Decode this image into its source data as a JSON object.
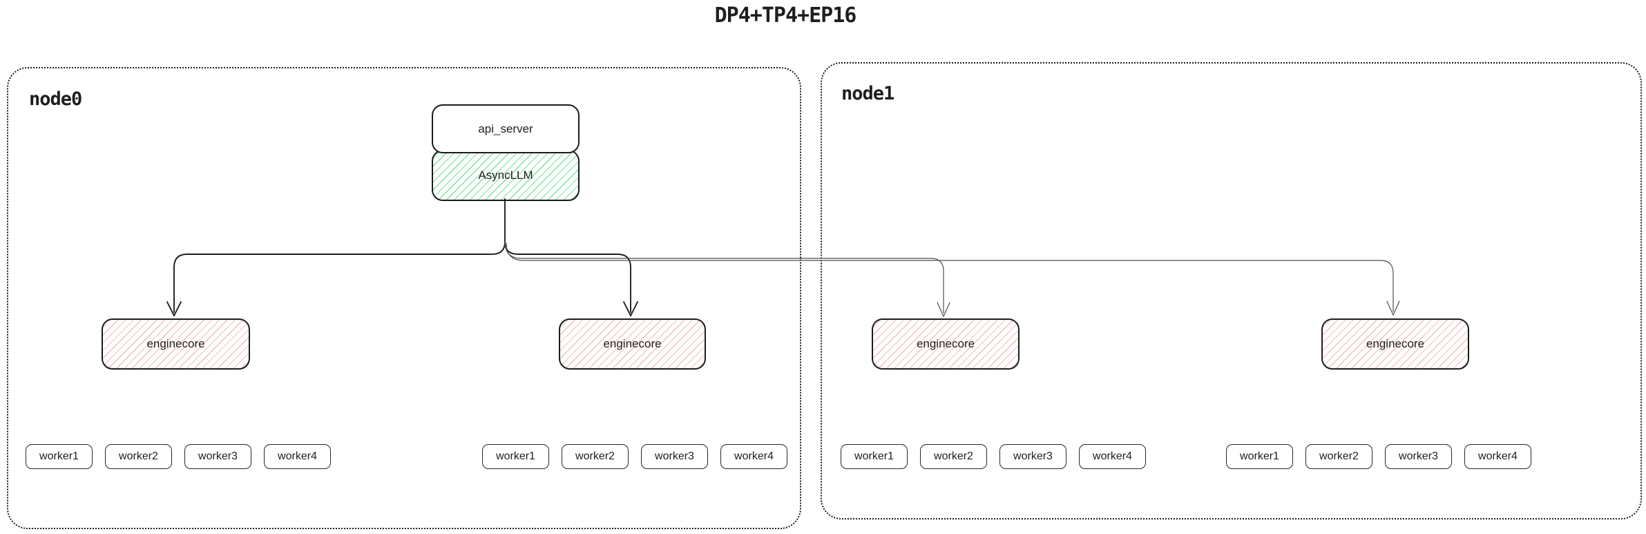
{
  "title": "DP4+TP4+EP16",
  "nodes": [
    {
      "label": "node0"
    },
    {
      "label": "node1"
    }
  ],
  "api_server": {
    "label": "api_server"
  },
  "async_llm": {
    "label": "AsyncLLM"
  },
  "enginecores": [
    {
      "label": "enginecore",
      "node": "node0"
    },
    {
      "label": "enginecore",
      "node": "node0"
    },
    {
      "label": "enginecore",
      "node": "node1"
    },
    {
      "label": "enginecore",
      "node": "node1"
    }
  ],
  "worker_groups": [
    {
      "node": "node0",
      "workers": [
        "worker1",
        "worker2",
        "worker3",
        "worker4"
      ]
    },
    {
      "node": "node0",
      "workers": [
        "worker1",
        "worker2",
        "worker3",
        "worker4"
      ]
    },
    {
      "node": "node1",
      "workers": [
        "worker1",
        "worker2",
        "worker3",
        "worker4"
      ]
    },
    {
      "node": "node1",
      "workers": [
        "worker1",
        "worker2",
        "worker3",
        "worker4"
      ]
    }
  ],
  "colors": {
    "ink": "#1e1e1e",
    "green_hatch": "#7ae39b",
    "red_hatch": "#f5bcbc",
    "thin_line": "#4f4f4f",
    "background": "#ffffff"
  }
}
